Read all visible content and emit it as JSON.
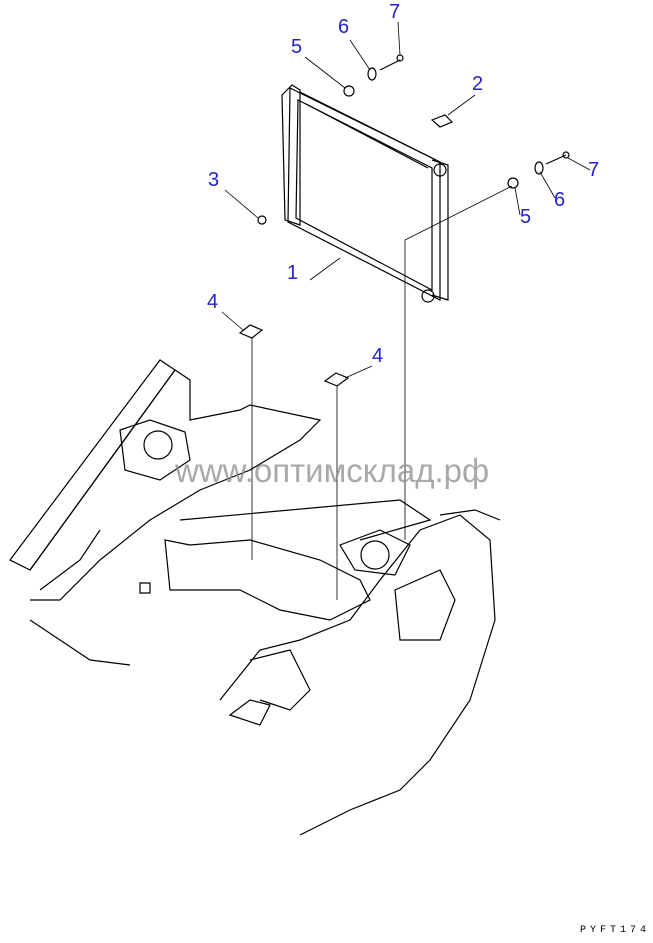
{
  "diagram": {
    "callouts": [
      {
        "number": "7"
      },
      {
        "number": "6"
      },
      {
        "number": "5"
      },
      {
        "number": "2"
      },
      {
        "number": "7"
      },
      {
        "number": "6"
      },
      {
        "number": "5"
      },
      {
        "number": "3"
      },
      {
        "number": "1"
      },
      {
        "number": "4"
      },
      {
        "number": "4"
      }
    ],
    "label_color": "#2323c8",
    "watermark": "www.оптимсклад.рф",
    "drawing_code": "PYFT174"
  }
}
